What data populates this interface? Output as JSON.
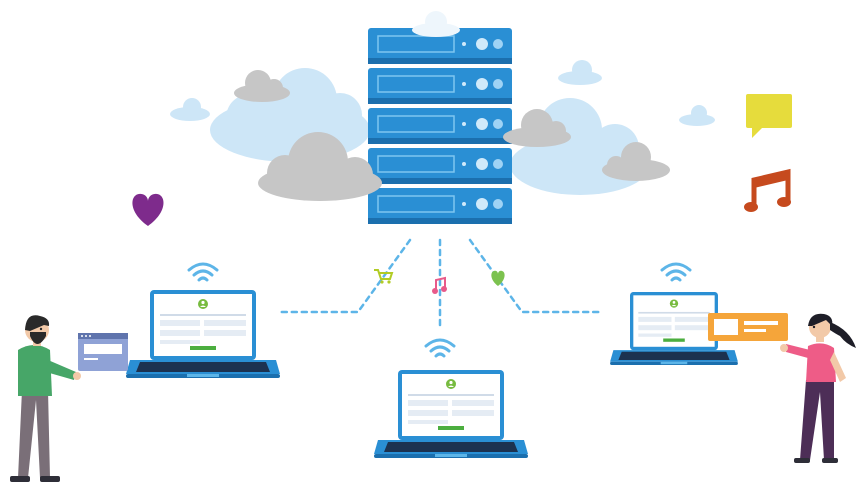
{
  "scene": {
    "server": {
      "units": 5
    },
    "laptops": [
      {
        "id": "left"
      },
      {
        "id": "center"
      },
      {
        "id": "right"
      }
    ],
    "icons": {
      "heart": "heart-icon",
      "chat": "chat-bubble-icon",
      "music": "music-note-icon",
      "cart": "shopping-cart-icon",
      "wifi": "wifi-icon"
    },
    "colors": {
      "server": "#2a8fd4",
      "server_dark": "#1b6fae",
      "cloud_blue": "#cde6f7",
      "cloud_gray": "#c6c6c6",
      "link": "#5db5e8",
      "heart_purple": "#7e2b8c",
      "chat_yellow": "#e6dc3c",
      "music_orange": "#c64a1e",
      "music_pink": "#e85a8a",
      "cart_green": "#b2cc25",
      "heart_green": "#7cc24f",
      "browser_card": "#8fa2d6",
      "message_card": "#f5a53a",
      "man_shirt": "#47a668",
      "woman_top": "#ee5c87"
    }
  }
}
